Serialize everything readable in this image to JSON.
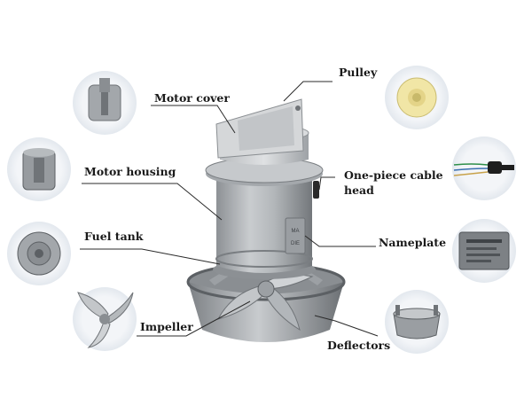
{
  "diagram": {
    "labels": {
      "motor_cover": "Motor cover",
      "motor_housing": "Motor housing",
      "fuel_tank": "Fuel tank",
      "impeller": "Impeller",
      "pulley": "Pulley",
      "cable_head_line1": "One-piece cable",
      "cable_head_line2": "head",
      "nameplate": "Nameplate",
      "deflectors": "Deflectors"
    },
    "nameplate_marks": [
      "MA",
      "DIE"
    ],
    "colors": {
      "background": "#ffffff",
      "thumbnail_circle": "#eef1f5",
      "metal_light": "#d2d4d6",
      "metal_mid": "#a9adb1",
      "metal_dark": "#6f7377",
      "leader_line": "#2b2b2b",
      "pulley_cream": "#f1e6a6"
    }
  }
}
